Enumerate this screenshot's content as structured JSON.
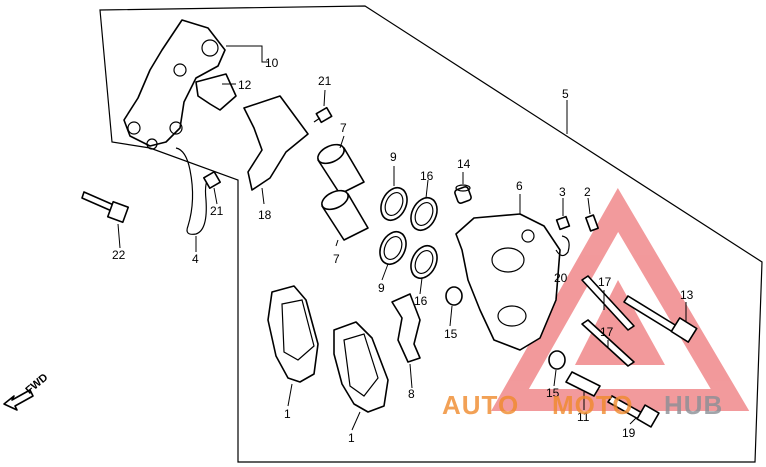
{
  "labels": {
    "l1a": "1",
    "l1b": "1",
    "l2": "2",
    "l3": "3",
    "l4": "4",
    "l5": "5",
    "l6": "6",
    "l7a": "7",
    "l7b": "7",
    "l8": "8",
    "l9a": "9",
    "l9b": "9",
    "l10": "10",
    "l11": "11",
    "l12": "12",
    "l13": "13",
    "l14": "14",
    "l15a": "15",
    "l15b": "15",
    "l16a": "16",
    "l16b": "16",
    "l17a": "17",
    "l17b": "17",
    "l18": "18",
    "l19": "19",
    "l20": "20",
    "l21a": "21",
    "l21b": "21",
    "l22": "22"
  },
  "fwd_label": "FWD",
  "watermark": {
    "part1": "AUTO",
    "part2": "MOTO",
    "part3": "HUB",
    "color_a": "#f08a2c",
    "color_b": "#8a8f96",
    "logo_color": "#e8474b"
  }
}
